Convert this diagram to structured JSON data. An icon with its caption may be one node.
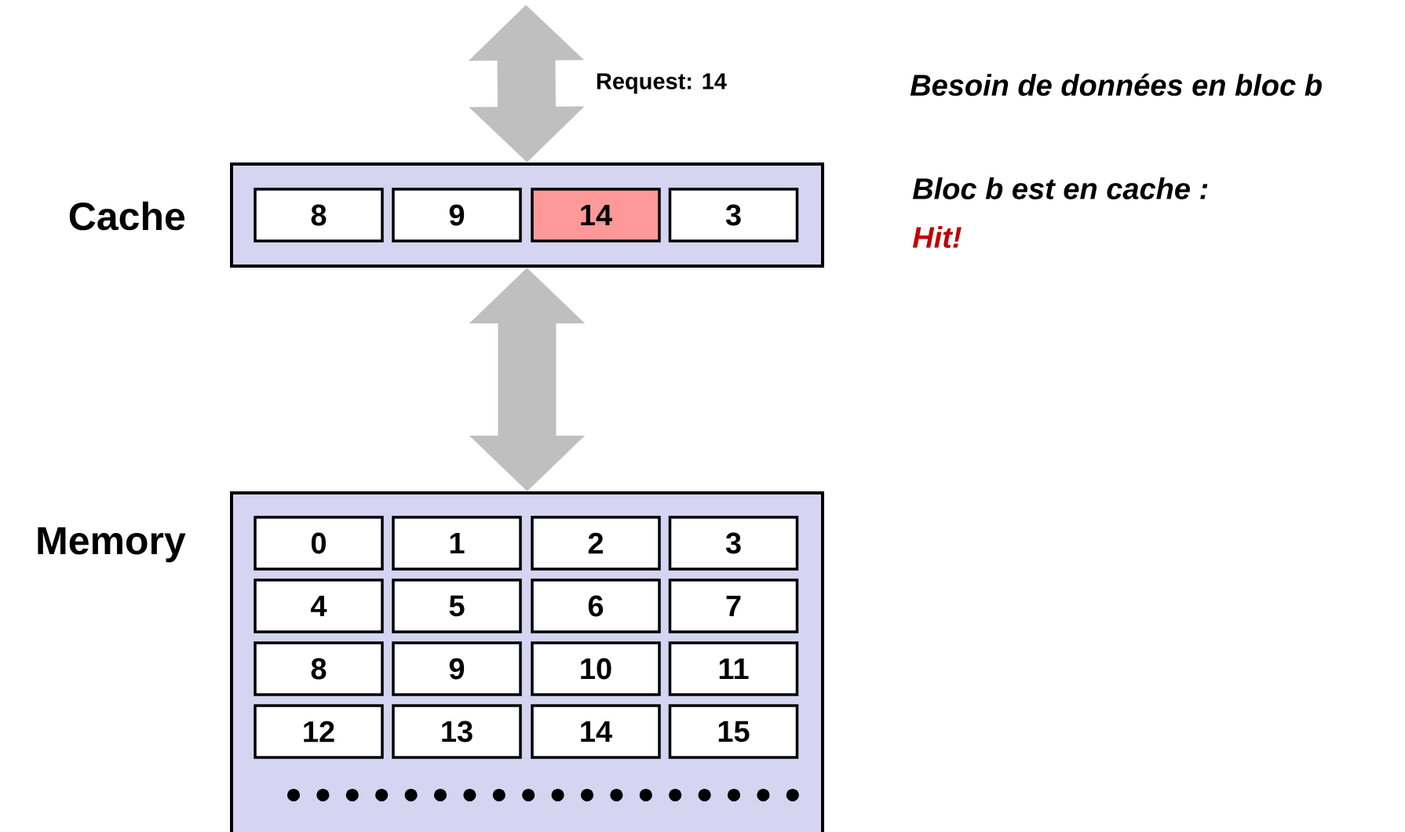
{
  "diagram": {
    "nodes": [
      {
        "text": [
          "Cache"
        ]
      },
      {
        "text": [
          "8"
        ],
        "in": 0
      },
      {
        "text": [
          "9"
        ],
        "in": 0
      },
      {
        "text": [
          "14"
        ],
        "in": 0
      },
      {
        "text": [
          "3"
        ],
        "in": 0
      },
      {
        "text": [
          "Memory"
        ]
      },
      {
        "text": [
          "0"
        ],
        "in": 5
      },
      {
        "text": [
          "1"
        ],
        "in": 5
      },
      {
        "text": [
          "2"
        ],
        "in": 5
      },
      {
        "text": [
          "3"
        ],
        "in": 5
      },
      {
        "text": [
          "4"
        ],
        "in": 5
      },
      {
        "text": [
          "5"
        ],
        "in": 5
      },
      {
        "text": [
          "6"
        ],
        "in": 5
      },
      {
        "text": [
          "7"
        ],
        "in": 5
      },
      {
        "text": [
          "8"
        ],
        "in": 5
      },
      {
        "text": [
          "9"
        ],
        "in": 5
      },
      {
        "text": [
          "10"
        ],
        "in": 5
      },
      {
        "text": [
          "11"
        ],
        "in": 5
      },
      {
        "text": [
          "12"
        ],
        "in": 5
      },
      {
        "text": [
          "13"
        ],
        "in": 5
      },
      {
        "text": [
          "14"
        ],
        "in": 5
      },
      {
        "text": [
          "15"
        ],
        "in": 5
      }
    ],
    "edges": [
      {
        "from": null,
        "to": 0,
        "arrow": "both",
        "label": "Request: 14"
      },
      {
        "from": 0,
        "to": 5,
        "arrow": "both"
      }
    ],
    "labels": [
      "Besoin de données en bloc b",
      "Bloc b est en cache :",
      "Hit!"
    ]
  }
}
